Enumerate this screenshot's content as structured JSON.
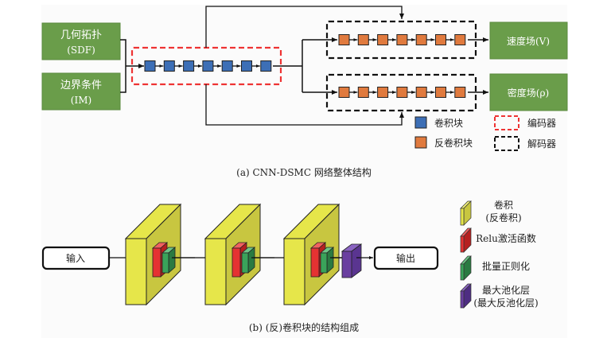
{
  "part_a": {
    "caption": "(a) CNN-DSMC 网络整体结构",
    "inputs": [
      {
        "line1": "几何拓扑",
        "line2": "(SDF)"
      },
      {
        "line1": "边界条件",
        "line2": "(IM)"
      }
    ],
    "encoder_block_count": 7,
    "decoder_block_count": 7,
    "outputs": [
      {
        "label": "速度场(V)"
      },
      {
        "label": "密度场(ρ)"
      }
    ],
    "legend": [
      {
        "label": "卷积块",
        "type": "conv-block"
      },
      {
        "label": "反卷积块",
        "type": "deconv-block"
      },
      {
        "label": "编码器",
        "type": "encoder-box"
      },
      {
        "label": "解码器",
        "type": "decoder-box"
      }
    ],
    "colors": {
      "green_box": "#6a9d4a",
      "conv_blue": "#3d6fb6",
      "deconv_orange": "#e07a3e",
      "encoder_red": "#ee3333",
      "decoder_black": "#111111"
    }
  },
  "part_b": {
    "caption": "(b) (反)卷积块的结构组成",
    "input_label": "输入",
    "output_label": "输出",
    "legend": [
      {
        "line1": "卷积",
        "line2": "(反卷积)",
        "color": "#e6e64a"
      },
      {
        "line1": "Relu激活函数",
        "line2": "",
        "color": "#e53232"
      },
      {
        "line1": "批量正则化",
        "line2": "",
        "color": "#3aa35a"
      },
      {
        "line1": "最大池化层",
        "line2": "(最大反池化层)",
        "color": "#6a3fa0"
      }
    ],
    "colors": {
      "conv_yellow": "#e6e64a",
      "conv_yellow_side": "#c8c640",
      "relu_red": "#e53232",
      "bn_green": "#3aa35a",
      "pool_purple": "#6a3fa0"
    }
  }
}
